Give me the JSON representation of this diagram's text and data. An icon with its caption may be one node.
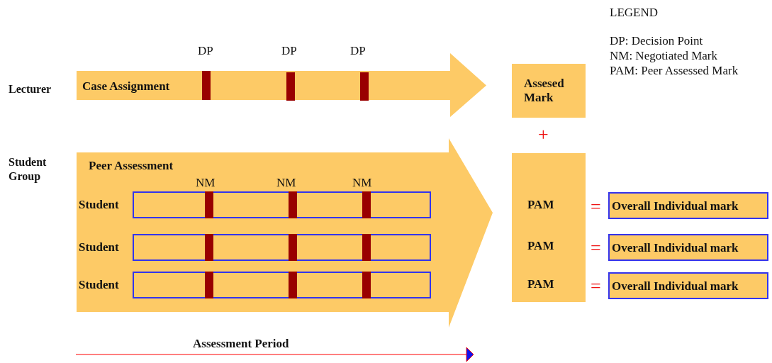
{
  "diagram": {
    "nodes": [
      {
        "text": [
          "Case Assignment"
        ]
      },
      {
        "text": [
          "Peer Assessment"
        ]
      },
      {
        "text": [
          "Student"
        ],
        "in": 1
      },
      {
        "text": [
          "Student"
        ],
        "in": 1
      },
      {
        "text": [
          "Student"
        ],
        "in": 1
      },
      {
        "text": [
          "Assesed Mark"
        ]
      },
      {
        "text": [
          "PAM",
          "PAM",
          "PAM"
        ]
      },
      {
        "text": [
          "Overall Individual mark"
        ]
      },
      {
        "text": [
          "Overall Individual mark"
        ]
      },
      {
        "text": [
          "Overall Individual mark"
        ]
      }
    ],
    "labels": [
      "LEGEND",
      "DP: Decision Point",
      "DP",
      "DP",
      "DP",
      "NM: Negotiated Mark",
      "PAM: Peer Assessed Mark",
      "Lecturer",
      "+",
      "Student Group",
      "NM",
      "NM",
      "NM",
      "=",
      "=",
      "=",
      "Assessment Period"
    ]
  }
}
